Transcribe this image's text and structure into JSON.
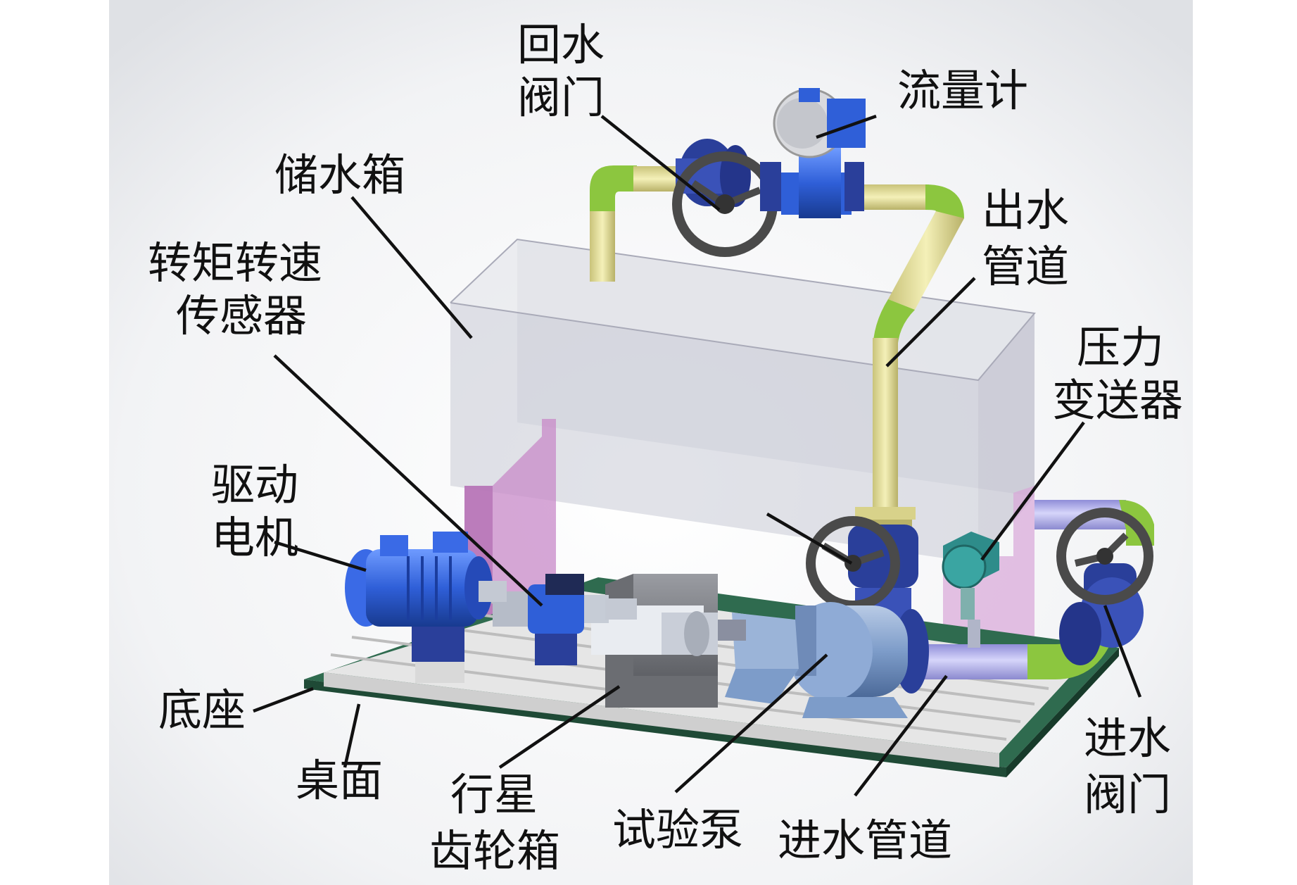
{
  "labels": {
    "return_valve": [
      "回水",
      "阀门"
    ],
    "flowmeter": "流量计",
    "water_tank": "储水箱",
    "torque_sensor": [
      "转矩转速",
      "传感器"
    ],
    "outlet_pipe": [
      "出水",
      "管道"
    ],
    "pressure_transmitter": [
      "压力",
      "变送器"
    ],
    "drive_motor": [
      "驱动",
      "电机"
    ],
    "base": "底座",
    "tabletop": "桌面",
    "gearbox": [
      "行星",
      "齿轮箱"
    ],
    "test_pump": "试验泵",
    "inlet_pipe": "进水管道",
    "inlet_valve": [
      "进水",
      "阀门"
    ]
  },
  "colors": {
    "motor_blue": "#2f5fd8",
    "pipe_yellow": "#e8e39a",
    "pipe_green": "#8cc63f",
    "pipe_lavender": "#b7b5f0",
    "valve_blue": "#2a3f9a",
    "wheel_gray": "#4a4a4a",
    "tank_glass": "#c9cad6",
    "baffle_pink": "#c889c8",
    "base_rail": "#ececec",
    "table_green": "#2f6b4f",
    "steel_blue": "#7d9cc9"
  }
}
